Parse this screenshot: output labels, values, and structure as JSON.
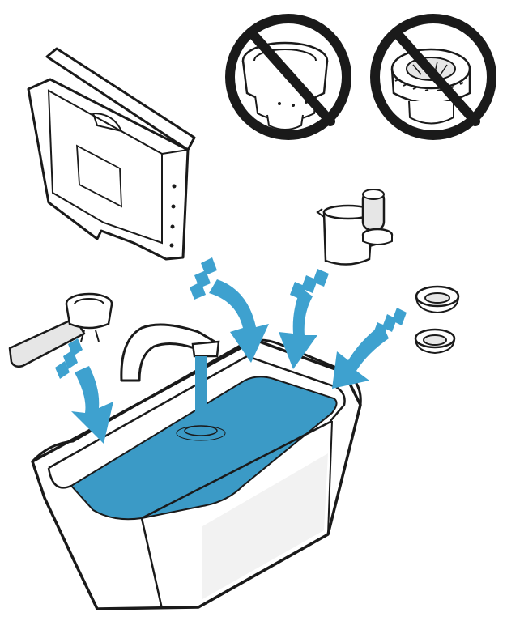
{
  "colors": {
    "line": "#1a1a1a",
    "water": "#3b9ac6",
    "water_dark": "#2a7fa8",
    "arrow": "#3ea1cf",
    "metal": "#e6e6e6",
    "paper": "#ffffff"
  },
  "items": [
    {
      "name": "water-tank",
      "icon": "water-tank-icon",
      "washable": true
    },
    {
      "name": "milk-jug",
      "icon": "milk-jug-icon",
      "washable": true
    },
    {
      "name": "tamper",
      "icon": "tamper-icon",
      "washable": true
    },
    {
      "name": "filter-basket-single",
      "icon": "filter-basket-icon",
      "washable": true
    },
    {
      "name": "filter-basket-double",
      "icon": "filter-basket-icon",
      "washable": true
    },
    {
      "name": "portafilter",
      "icon": "portafilter-icon",
      "washable": true
    },
    {
      "name": "bean-hopper",
      "icon": "bean-hopper-icon",
      "washable": false
    },
    {
      "name": "burr-grinder",
      "icon": "burr-grinder-icon",
      "washable": false
    }
  ],
  "prohibited_sign": {
    "icon": "no-entry-icon",
    "count": 2
  },
  "sink": {
    "icon": "sink-basin-icon",
    "filled_with": "water"
  },
  "arrows": {
    "icon": "curved-arrow-icon",
    "count": 4,
    "direction": "into-sink"
  }
}
